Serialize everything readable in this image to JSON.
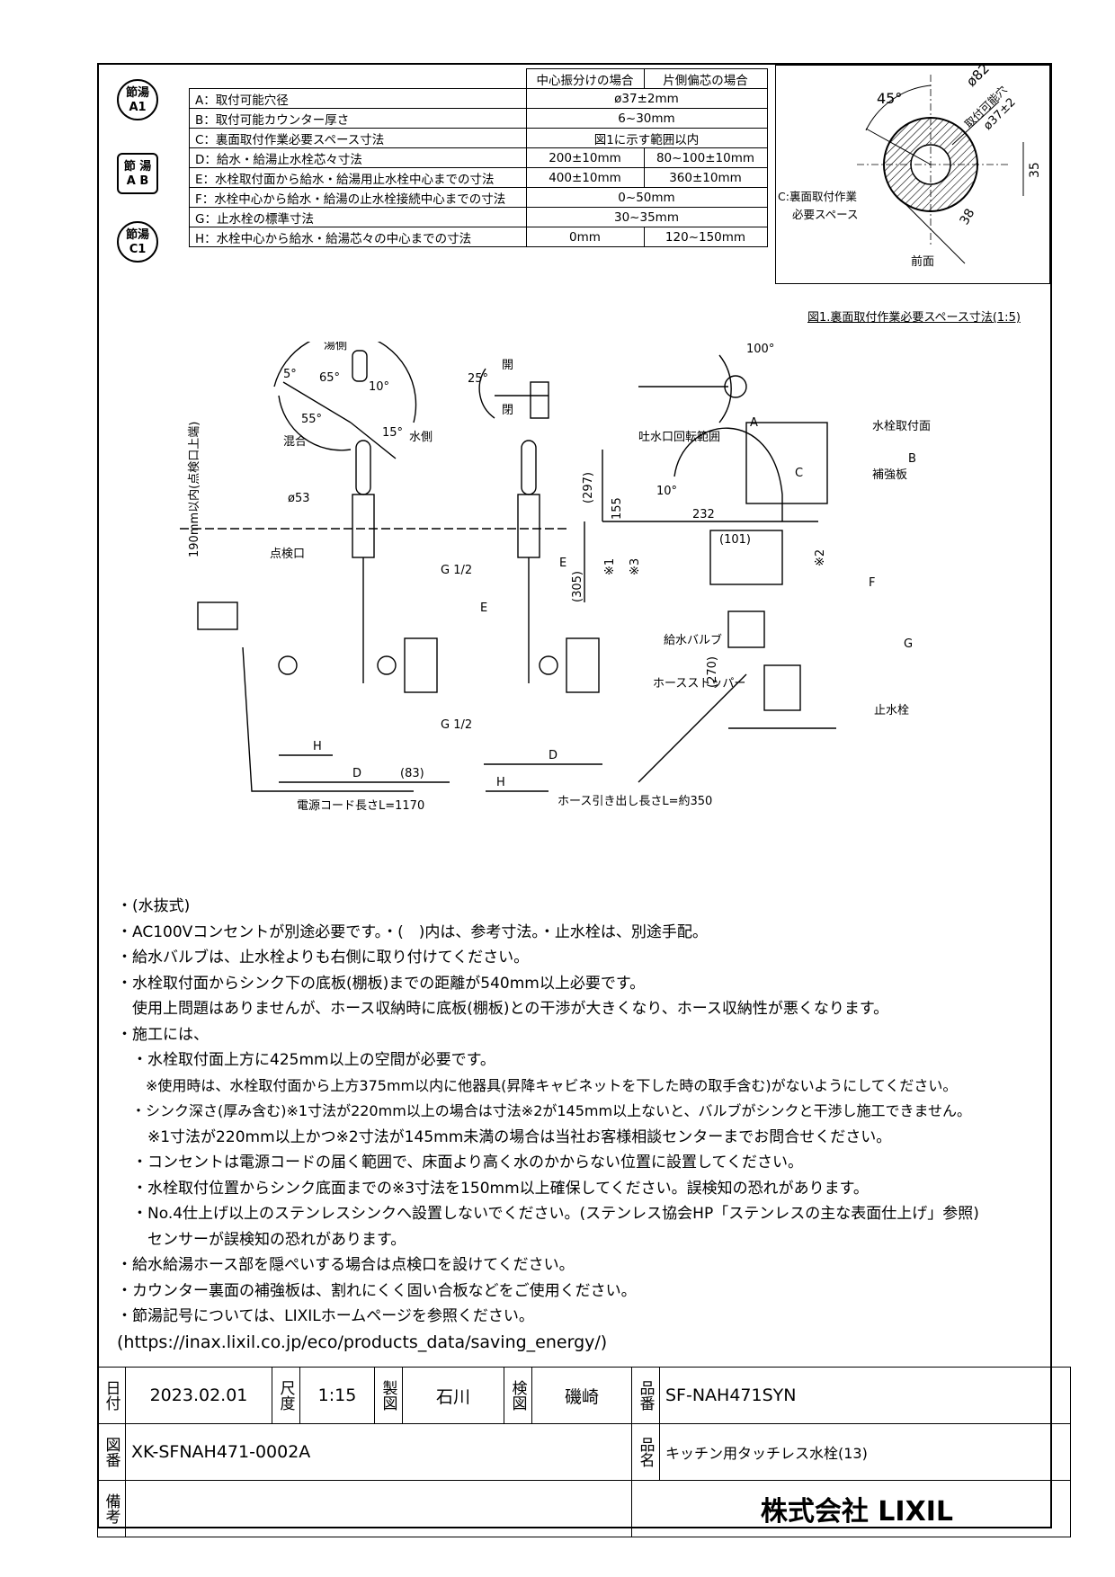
{
  "badges": [
    {
      "line1": "節湯",
      "line2": "A1"
    },
    {
      "line1": "節 湯",
      "line2": "A B"
    },
    {
      "line1": "節湯",
      "line2": "C1"
    }
  ],
  "spec_table": {
    "headers": [
      "中心振分けの場合",
      "片側偏芯の場合"
    ],
    "rows": [
      {
        "label": "A：取付可能穴径",
        "center": "ø37±2mm",
        "offset": ""
      },
      {
        "label": "B：取付可能カウンター厚さ",
        "center": "6~30mm",
        "offset": ""
      },
      {
        "label": "C：裏面取付作業必要スペース寸法",
        "center": "図1に示す範囲以内",
        "offset": ""
      },
      {
        "label": "D：給水・給湯止水栓芯々寸法",
        "center": "200±10mm",
        "offset": "80~100±10mm"
      },
      {
        "label": "E：水栓取付面から給水・給湯用止水栓中心までの寸法",
        "center": "400±10mm",
        "offset": "360±10mm"
      },
      {
        "label": "F：水栓中心から給水・給湯の止水栓接続中心までの寸法",
        "center": "0~50mm",
        "offset": ""
      },
      {
        "label": "G：止水栓の標準寸法",
        "center": "30~35mm",
        "offset": ""
      },
      {
        "label": "H：水栓中心から給水・給湯芯々の中心までの寸法",
        "center": "0mm",
        "offset": "120~150mm"
      }
    ]
  },
  "figure1": {
    "angle": "45°",
    "dia": "ø82",
    "hole_label": "取付可能穴",
    "hole_dia": "ø37±2",
    "dim35": "35",
    "dim38": "38",
    "front": "前面",
    "c_label_1": "C:裏面取付作業",
    "c_label_2": "必要スペース",
    "caption": "図1.裏面取付作業必要スペース寸法(1:5)"
  },
  "drawing_labels": {
    "hot": "湯側",
    "cold": "水側",
    "mix": "混合",
    "a5": "5°",
    "a65": "65°",
    "a10": "10°",
    "a55": "55°",
    "a15": "15°",
    "a25": "25°",
    "open": "開",
    "close": "閉",
    "a100": "100°",
    "spout_range": "吐水口回転範囲",
    "h190": "190mm以内(点検口上端)",
    "d53": "ø53",
    "inspect": "点検口",
    "g12a": "G 1/2",
    "g12b": "G 1/2",
    "e": "E",
    "e2": "E",
    "h": "H",
    "h2": "H",
    "d": "D",
    "d2": "D",
    "d83": "(83)",
    "cord": "電源コード長さL=1170",
    "hose": "ホース引き出し長さL=約350",
    "a": "A",
    "mount_face": "水栓取付面",
    "c": "C",
    "b": "B",
    "reinforce": "補強板",
    "d297": "(297)",
    "d155": "155",
    "a10b": "10°",
    "d232": "232",
    "d101": "(101)",
    "d305": "(305)",
    "star1": "※1",
    "star3": "※3",
    "star2": "※2",
    "f": "F",
    "supply_valve": "給水バルブ",
    "d270": "(270)",
    "hose_stopper": "ホースストッパー",
    "g": "G",
    "stop_valve": "止水栓"
  },
  "notes": [
    "・(水抜式)",
    "・AC100Vコンセントが別途必要です。・(　)内は、参考寸法。・止水栓は、別途手配。",
    "・給水バルブは、止水栓よりも右側に取り付けてください。",
    "・水栓取付面からシンク下の底板(棚板)までの距離が540mm以上必要です。",
    "　使用上問題はありませんが、ホース収納時に底板(棚板)との干渉が大きくなり、ホース収納性が悪くなります。",
    "・施工には、",
    "　・水栓取付面上方に425mm以上の空間が必要です。",
    "　　※使用時は、水栓取付面から上方375mm以内に他器具(昇降キャビネットを下した時の取手含む)がないようにしてください。",
    "　・シンク深さ(厚み含む)※1寸法が220mm以上の場合は寸法※2が145mm以上ないと、バルブがシンクと干渉し施工できません。",
    "　　※1寸法が220mm以上かつ※2寸法が145mm未満の場合は当社お客様相談センターまでお問合せください。",
    "　・コンセントは電源コードの届く範囲で、床面より高く水のかからない位置に設置してください。",
    "　・水栓取付位置からシンク底面までの※3寸法を150mm以上確保してください。誤検知の恐れがあります。",
    "　・No.4仕上げ以上のステンレスシンクへ設置しないでください。(ステンレス協会HP「ステンレスの主な表面仕上げ」参照)",
    "　　センサーが誤検知の恐れがあります。",
    "・給水給湯ホース部を隠ぺいする場合は点検口を設けてください。",
    "・カウンター裏面の補強板は、割れにくく固い合板などをご使用ください。",
    "・節湯記号については、LIXILホームページを参照ください。",
    "(https://inax.lixil.co.jp/eco/products_data/saving_energy/)"
  ],
  "title_block": {
    "date_label": "日付",
    "date": "2023.02.01",
    "scale_label": "尺度",
    "scale": "1:15",
    "drawn_label": "製図",
    "drawn": "石川",
    "checked_label": "検図",
    "checked": "磯崎",
    "part_no_label": "品番",
    "part_no": "SF-NAH471SYN",
    "drawing_no_label": "図番",
    "drawing_no": "XK-SFNAH471-0002A",
    "name_label": "品名",
    "name": "キッチン用タッチレス水栓(13)",
    "remarks_label": "備考",
    "company": "株式会社 LIXIL"
  }
}
